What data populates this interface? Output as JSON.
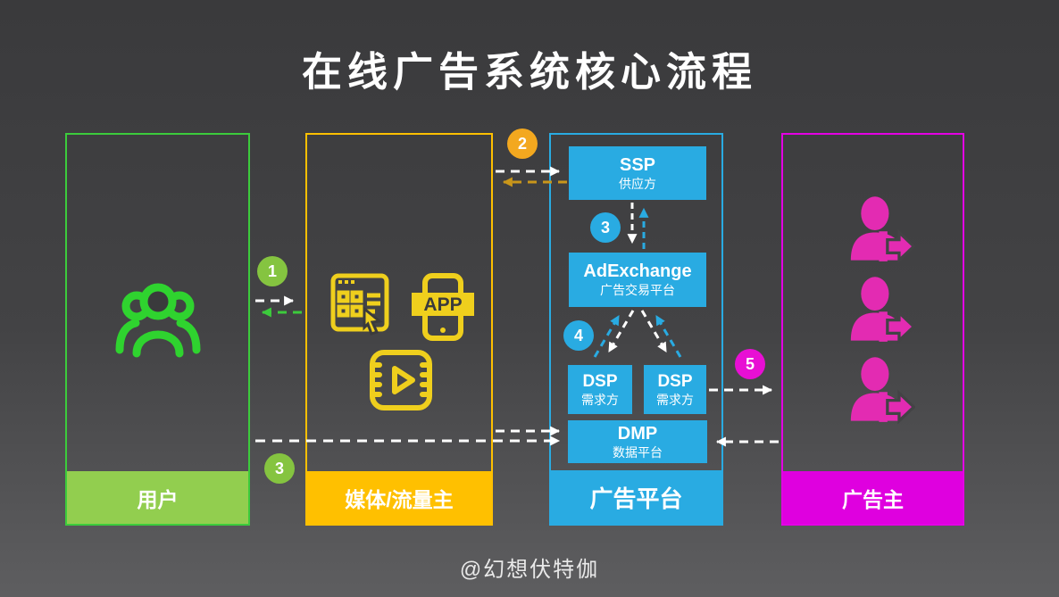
{
  "title": "在线广告系统核心流程",
  "watermark": "@幻想伏特伽",
  "columns": {
    "user": {
      "label": "用户",
      "icon": "user-group-icon"
    },
    "media": {
      "label": "媒体/流量主",
      "app_label": "APP",
      "icons": [
        "browser-icon",
        "app-phone-icon",
        "video-icon"
      ]
    },
    "platform": {
      "label": "广告平台",
      "ssp": {
        "name": "SSP",
        "sub": "供应方"
      },
      "adx": {
        "name": "AdExchange",
        "sub": "广告交易平台"
      },
      "dsp1": {
        "name": "DSP",
        "sub": "需求方"
      },
      "dsp2": {
        "name": "DSP",
        "sub": "需求方"
      },
      "dmp": {
        "name": "DMP",
        "sub": "数据平台"
      }
    },
    "advertiser": {
      "label": "广告主",
      "icon": "advertiser-person-icon"
    }
  },
  "steps": [
    {
      "label": "1",
      "color": "#85C440"
    },
    {
      "label": "2",
      "color": "#F3A81F"
    },
    {
      "label": "3",
      "color": "#29ABE2"
    },
    {
      "label": "4",
      "color": "#29ABE2"
    },
    {
      "label": "5",
      "color": "#E80FD4"
    },
    {
      "label": "3",
      "color": "#85C440"
    }
  ],
  "palette": {
    "background_top": "#3a3a3c",
    "background_bottom": "#5e5e60",
    "green_border": "#3CCB3C",
    "green_footer": "#92CE4F",
    "green_icon": "#2FD32F",
    "gold": "#FFC000",
    "yellow_icon": "#EFCF1D",
    "gold_arrow": "#C9961A",
    "blue": "#29ABE2",
    "magenta_border": "#E400E4",
    "magenta_footer": "#DF00DF",
    "magenta_icon": "#E32BB2",
    "arrow_white": "#FFFFFF"
  }
}
